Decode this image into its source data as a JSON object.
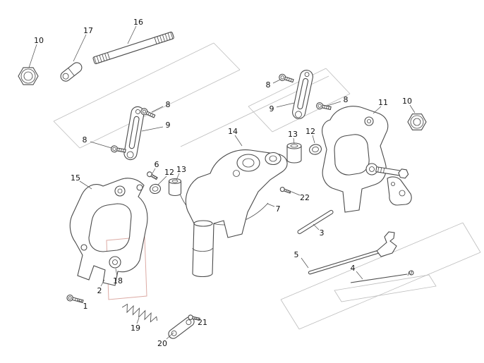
{
  "labels": {
    "n1": "1",
    "n2": "2",
    "n3": "3",
    "n4": "4",
    "n5": "5",
    "n6": "6",
    "n7": "7",
    "n8": "8",
    "n9": "9",
    "n10": "10",
    "n11": "11",
    "n12": "12",
    "n13": "13",
    "n14": "14",
    "n15": "15",
    "n16": "16",
    "n17": "17",
    "n18": "18",
    "n19": "19",
    "n20": "20",
    "n21": "21",
    "n22": "22"
  },
  "colors": {
    "part_line": "#4a4a4a",
    "construction_line": "#bdbdbd",
    "highlight_box": "#dcaaa4",
    "callout_text": "#111111",
    "background": "#ffffff"
  }
}
